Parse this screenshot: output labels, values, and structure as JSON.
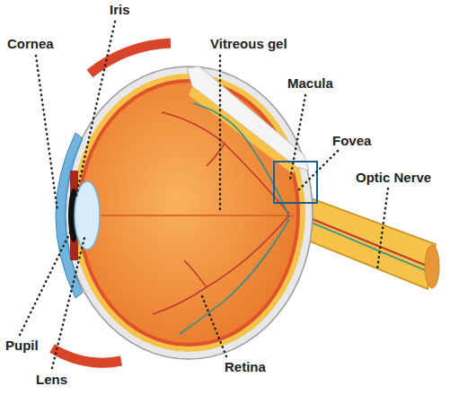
{
  "diagram": {
    "labels": [
      "Iris",
      "Cornea",
      "Vitreous gel",
      "Macula",
      "Fovea",
      "Optic Nerve",
      "Pupil",
      "Lens",
      "Retina"
    ]
  }
}
